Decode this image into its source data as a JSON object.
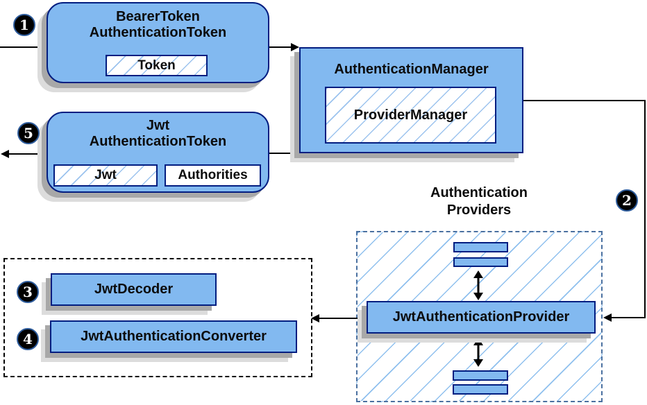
{
  "diagram_kind": "spring-security-jwt-authentication-flow",
  "nodes": {
    "bearer": {
      "title_line1": "BearerToken",
      "title_line2": "AuthenticationToken",
      "chip": "Token"
    },
    "manager": {
      "title": "AuthenticationManager",
      "inner": "ProviderManager"
    },
    "jwt_token": {
      "title_line1": "Jwt",
      "title_line2": "AuthenticationToken",
      "chip_jwt": "Jwt",
      "chip_authorities": "Authorities"
    },
    "providers_group": {
      "label_line1": "Authentication",
      "label_line2": "Providers"
    },
    "provider": {
      "label": "JwtAuthenticationProvider"
    },
    "decoder": {
      "label": "JwtDecoder"
    },
    "converter": {
      "label": "JwtAuthenticationConverter"
    }
  },
  "badges": [
    {
      "n": "1"
    },
    {
      "n": "2"
    },
    {
      "n": "3"
    },
    {
      "n": "4"
    },
    {
      "n": "5"
    }
  ],
  "colors": {
    "node_fill": "#82b9f0",
    "node_border": "#021d80",
    "hatch_line": "#8fc0ee",
    "providers_dashed_border": "#4a70a0",
    "black_dashed_border": "#000000",
    "shadow_dark": "#a8a8a8",
    "shadow_light": "#dcdcdc",
    "wire": "#000000",
    "badge_background": "#000000",
    "badge_text": "#ffffff"
  }
}
